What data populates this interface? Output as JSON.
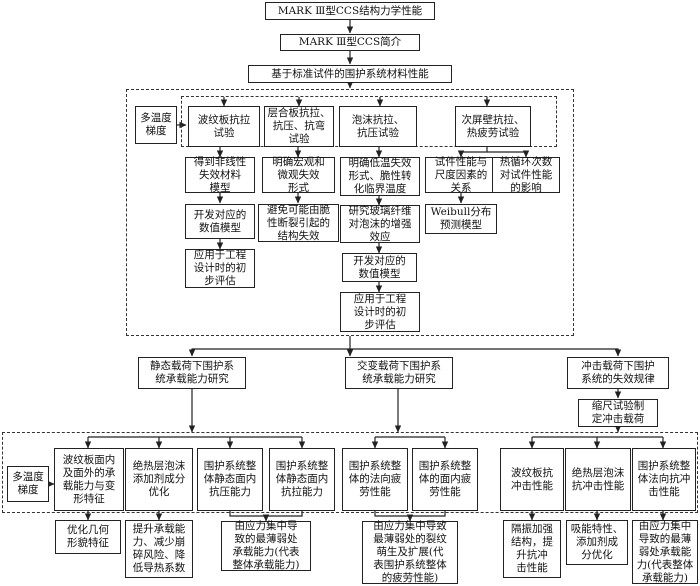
{
  "title": "MARK Ⅲ型CCS结构力学性能",
  "intro": "MARK Ⅲ型CCS简介",
  "base": "基于标准试件的围护系统材料性能",
  "multi_temp_1": "多温度\n梯度",
  "multi_temp_2": "多温度\n梯度",
  "materials": {
    "corrugated": "波纹板抗拉\n试验",
    "laminate": "层合板抗拉、\n抗压、抗弯\n试验",
    "foam": "泡沫抗拉、\n抗压试验",
    "secondary": "次屏壁抗拉、\n热疲劳试验"
  },
  "mat_results": {
    "nonlinear": "得到非线性\n失效材料\n模型",
    "numeric1": "开发对应的\n数值模型",
    "apply1": "应用于工程\n设计时的初\n步评估",
    "macro_micro": "明确宏观和\n微观失效\n形式",
    "avoid_brittle": "避免可能由脆\n性断裂引起的\n结构失效",
    "low_temp": "明确低温失效\n形式、脆性转\n化临界温度",
    "glass_fiber": "研究玻璃纤维\n对泡沫的增强\n效应",
    "numeric2": "开发对应的\n数值模型",
    "apply2": "应用于工程\n设计时的初\n步评估",
    "size_factor": "试件性能与\n尺度因素的\n关系",
    "weibull": "Weibull分布\n预测模型",
    "thermal_cycle": "热循环次数\n对试件性能\n的影响"
  },
  "studies": {
    "static": "静态载荷下围护系\n统承载能力研究",
    "alternating": "交变载荷下围护系\n统承载能力研究",
    "impact": "冲击载荷下围护\n系统的失效规律",
    "scale_test": "缩尺试验制\n定冲击载荷"
  },
  "bottom": {
    "corr_plate": "波纹板面内\n及面外的承\n载能力与变\n形特征",
    "insul_foam": "绝热层泡沫\n添加剂成分\n优化",
    "static_comp": "围护系统整\n体静态面内\n抗压能力",
    "static_tens": "围护系统整\n体静态面内\n抗拉能力",
    "normal_fatigue": "围护系统整\n体的法向疲\n劳性能",
    "inplane_fatigue": "围护系统整\n体的面内疲\n劳性能",
    "corr_impact": "波纹板抗\n冲击性能",
    "insul_impact": "绝热层泡沫\n抗冲击性能",
    "normal_impact": "围护系统整\n体法向抗冲\n击性能"
  },
  "outcomes": {
    "geometry": "优化几何\n形貌特征",
    "capacity": "提升承载能\n力、减少崩\n碎风险、降\n低导热系数",
    "stress_static": "由应力集中导\n致的最薄弱处\n承载能力(代表\n整体承载能力)",
    "crack": "由应力集中导致\n最薄弱处的裂纹\n萌生及扩展(代\n表围护系统整体\n的疲劳性能)",
    "isolation": "隔振加强\n结构，提\n升抗冲\n击性能",
    "absorb": "吸能特性、\n添加剂成\n分优化",
    "stress_impact": "由应力集中\n导致的最薄\n弱处承载能\n力(代表整体\n承载能力)"
  }
}
